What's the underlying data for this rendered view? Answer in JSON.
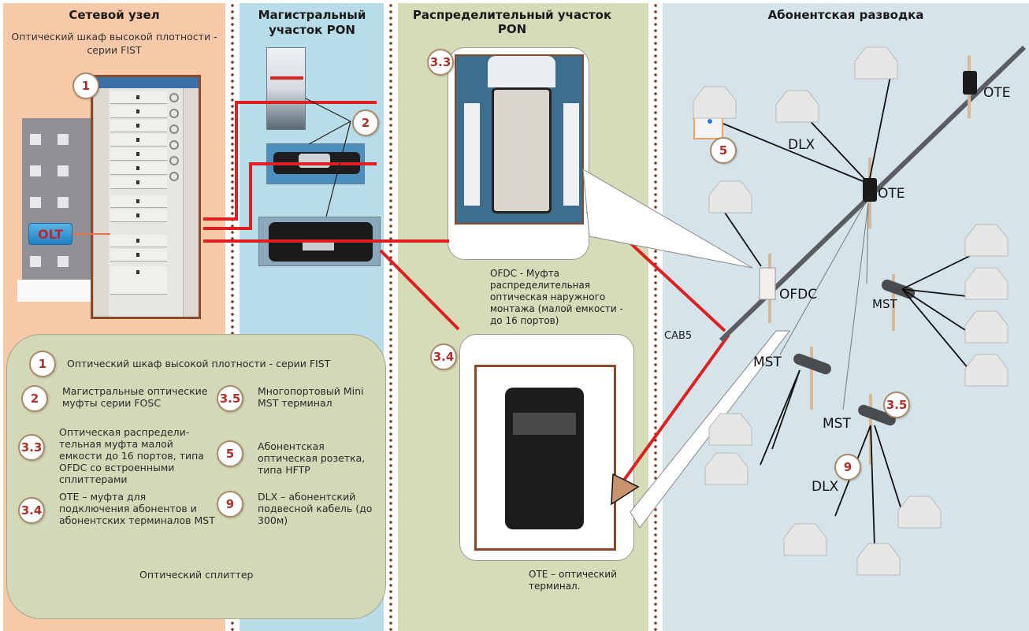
{
  "colors": {
    "network_node_bg": "#f8c9a8",
    "trunk_bg": "#b9dce9",
    "distribution_bg": "#d6dbb8",
    "subscriber_bg": "#d4e4ea",
    "fiber_red": "#e02020",
    "badge_text": "#b0302a"
  },
  "sections": {
    "network_node": {
      "title": "Сетевой узел",
      "subtitle": "Оптический шкаф высокой плотности - серии FIST",
      "badge": "1",
      "olt_label": "OLT"
    },
    "trunk": {
      "title": "Магистральный участок PON",
      "badge": "2"
    },
    "distribution": {
      "title": "Распределительный  участок PON",
      "ofdc_badge": "3.3",
      "ofdc_caption": "OFDC - Муфта распределительная оптическая наружного монтажа (малой емкости - до 16 портов)",
      "ote_badge": "3.4",
      "ote_caption": "OTE – оптический терминал."
    },
    "subscriber": {
      "title": "Абонентская разводка",
      "labels": {
        "ote_top": "OTE",
        "ote_mid": "OTE",
        "dlx_top": "DLX",
        "ofdc": "OFDC",
        "cab5": "CAB5",
        "mst_right": "MST",
        "mst_left": "MST",
        "mst_bottom": "MST",
        "dlx_bottom": "DLX"
      },
      "badges": {
        "socket": "5",
        "mst": "3.5",
        "dlx": "9"
      }
    }
  },
  "legend": {
    "items": [
      {
        "badge": "1",
        "text": "Оптический шкаф высокой плотности - серии FIST"
      },
      {
        "badge": "2",
        "text": "Магистральные оптические муфты серии  FOSC"
      },
      {
        "badge": "3.5",
        "text": "Многопортовый Mini MST терминал"
      },
      {
        "badge": "3.3",
        "text": "Оптическая распредели-тельная муфта малой емкости  до 16 портов, типа OFDC со встроенными сплиттерами"
      },
      {
        "badge": "5",
        "text": "Абонентская оптическая розетка, типа HFTP"
      },
      {
        "badge": "3.4",
        "text": "OTE – муфта для подключения абонентов и абонентских терминалов MST"
      },
      {
        "badge": "9",
        "text": "DLX – абонентский подвесной кабель (до 300м)"
      }
    ],
    "splitter_label": "Оптический сплиттер"
  }
}
